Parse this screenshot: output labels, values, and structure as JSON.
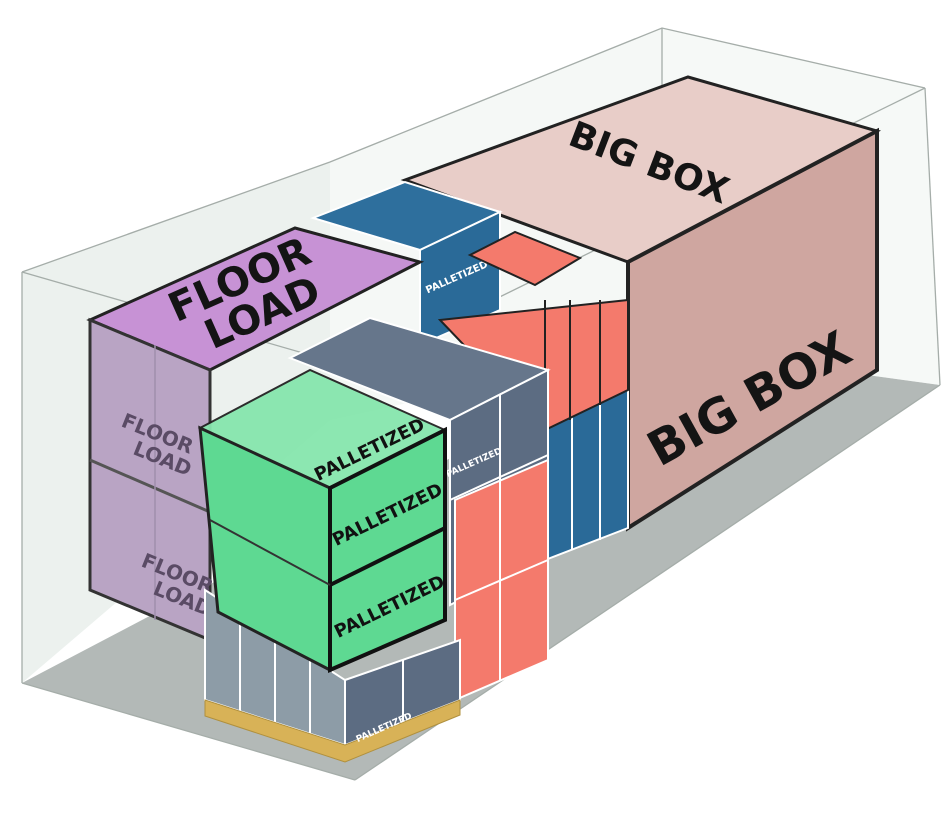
{
  "labels": {
    "big_box": "BIG BOX",
    "floor_load_line1": "FLOOR",
    "floor_load_line2": "LOAD",
    "palletized": "PALLETIZED"
  },
  "colors": {
    "container_line": "#9aa39f",
    "container_floor": "#9ea5a2",
    "container_wall": "#e9efec",
    "big_box_front": "#cfa59f",
    "big_box_top": "#e6cbc6",
    "floor_load_top": "#c892d6",
    "floor_load_front": "#b9a3c4",
    "green": "#5ed992",
    "green_top": "#86e6ad",
    "slate": "#5c6c82",
    "slate_light": "#8899a5",
    "red": "#f47a6c",
    "blue": "#2a6a98",
    "pallet": "#d8b257"
  }
}
